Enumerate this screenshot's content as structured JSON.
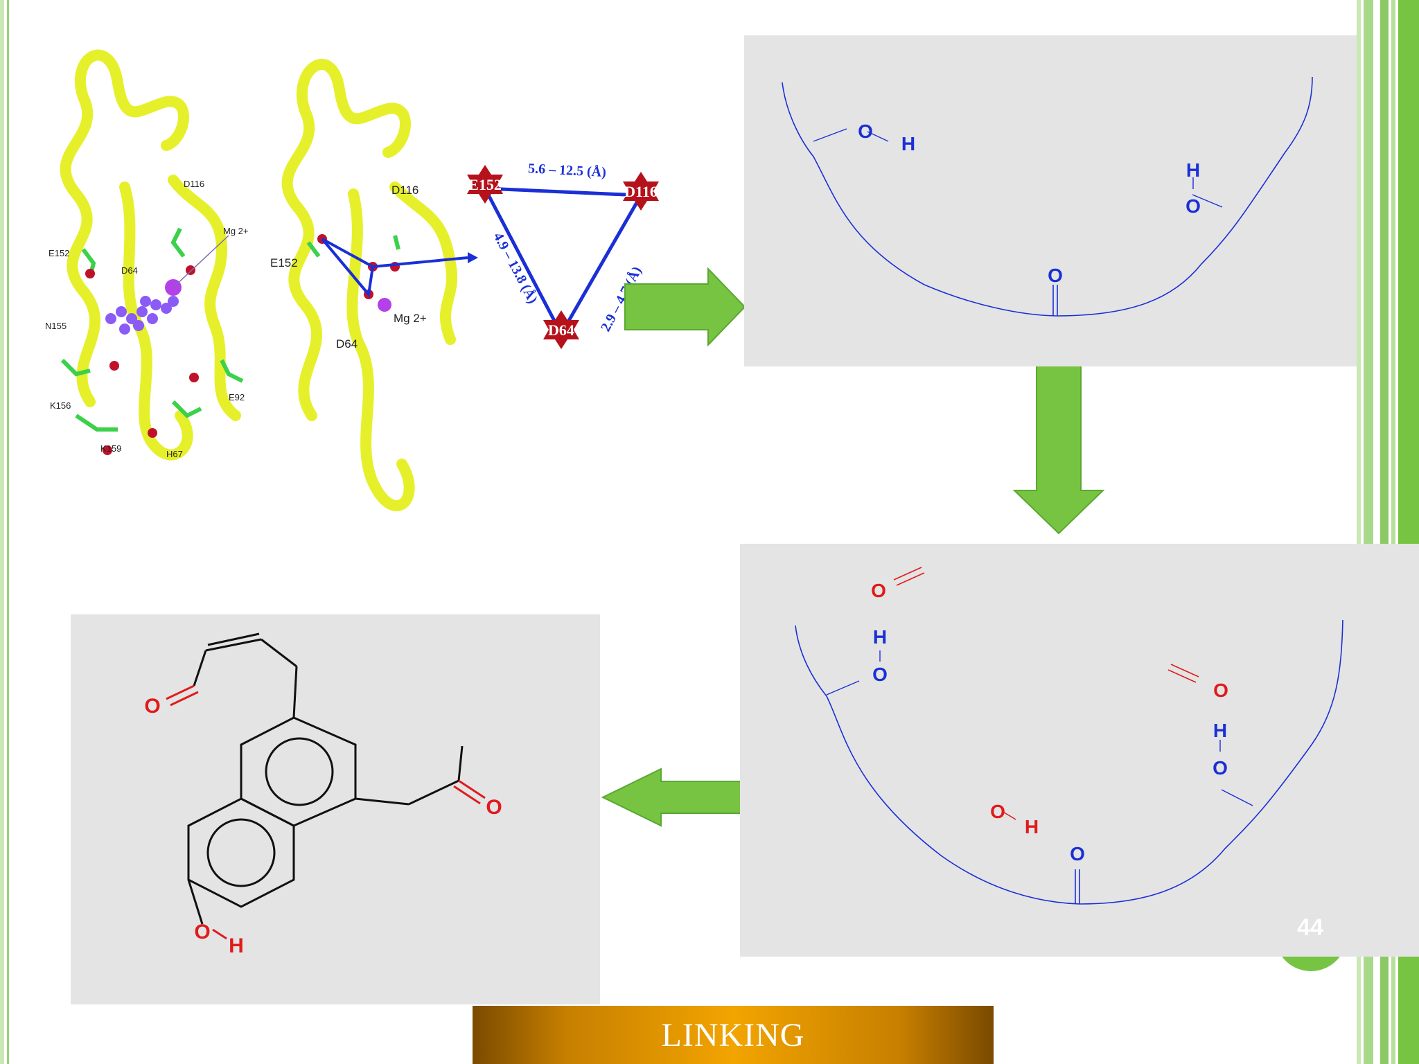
{
  "slide": {
    "title_banner": "LINKING",
    "slide_number": "44",
    "accent_green": "#76c442",
    "banner_gold": "#f2a400"
  },
  "protein_figure": {
    "residue_labels_left": [
      "D116",
      "Mg 2+",
      "E152",
      "D64",
      "N155",
      "K156",
      "K159",
      "H67",
      "E92"
    ],
    "residue_labels_right": [
      "D116",
      "E152",
      "Mg 2+",
      "D64"
    ]
  },
  "pharmacophore_triangle": {
    "nodes": [
      "E152",
      "D116",
      "D64"
    ],
    "edge_top": "5.6 – 12.5 (Å)",
    "edge_left": "4.9 – 13.8 (Å)",
    "edge_right": "2.9 – 4.7 (Å)"
  },
  "pocket_1": {
    "labels": [
      "O",
      "H",
      "H",
      "O",
      "O"
    ]
  },
  "pocket_2": {
    "labels": [
      "O",
      "H",
      "O",
      "O",
      "H",
      "O",
      "O",
      "H",
      "O"
    ]
  },
  "linked_molecule": {
    "labels": [
      "O",
      "O",
      "O",
      "H"
    ]
  }
}
